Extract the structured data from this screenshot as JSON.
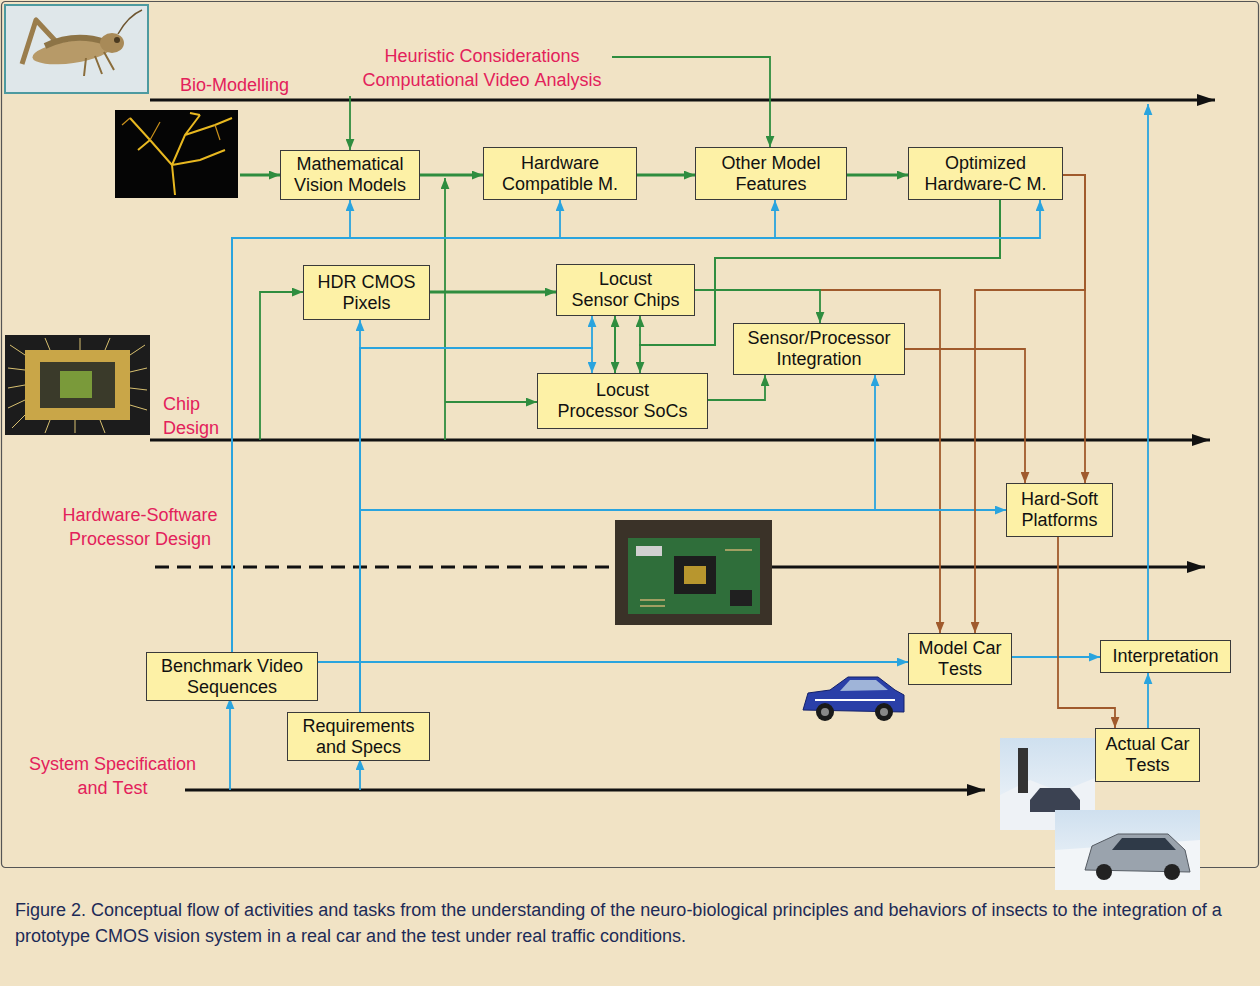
{
  "diagram": {
    "caption": "Figure 2. Conceptual flow of activities and tasks from the understanding of the neuro-biological principles and behaviors of insects to the integration of a prototype CMOS vision system in a real car and the test under real traffic conditions.",
    "nodes": [
      {
        "text": [
          "Mathematical Vision Models"
        ]
      },
      {
        "text": [
          "Hardware Compatible M."
        ]
      },
      {
        "text": [
          "Other Model Features"
        ]
      },
      {
        "text": [
          "Optimized Hardware-C M."
        ]
      },
      {
        "text": [
          "HDR CMOS Pixels"
        ]
      },
      {
        "text": [
          "Locust Sensor Chips"
        ]
      },
      {
        "text": [
          "Sensor/Processor Integration"
        ]
      },
      {
        "text": [
          "Locust Processor SoCs"
        ]
      },
      {
        "text": [
          "Hard-Soft Platforms"
        ]
      },
      {
        "text": [
          "Benchmark Video Sequences"
        ]
      },
      {
        "text": [
          "Requirements and Specs"
        ]
      },
      {
        "text": [
          "Model Car Tests"
        ]
      },
      {
        "text": [
          "Interpretation"
        ]
      },
      {
        "text": [
          "Actual Car Tests"
        ]
      }
    ],
    "edges": [
      {
        "from": 0,
        "to": 1,
        "arrow": "to"
      },
      {
        "from": 1,
        "to": 2,
        "arrow": "to"
      },
      {
        "from": 2,
        "to": 3,
        "arrow": "to"
      },
      {
        "from": 4,
        "to": 5,
        "arrow": "to"
      },
      {
        "from": 5,
        "to": 11,
        "arrow": "to"
      },
      {
        "from": 5,
        "to": 6,
        "arrow": "to"
      },
      {
        "from": 5,
        "to": 7,
        "arrow": "both"
      },
      {
        "from": 7,
        "to": 6,
        "arrow": "to"
      },
      {
        "from": 3,
        "to": 5,
        "arrow": "to"
      },
      {
        "from": 3,
        "to": 7,
        "arrow": "to"
      },
      {
        "from": 10,
        "to": 4,
        "arrow": "to"
      },
      {
        "from": 10,
        "to": 5,
        "arrow": "to"
      },
      {
        "from": 10,
        "to": 7,
        "arrow": "to"
      },
      {
        "from": 10,
        "to": 6,
        "arrow": "to"
      },
      {
        "from": 10,
        "to": 8,
        "arrow": "to"
      },
      {
        "from": 9,
        "to": 0,
        "arrow": "to"
      },
      {
        "from": 9,
        "to": 1,
        "arrow": "to"
      },
      {
        "from": 9,
        "to": 2,
        "arrow": "to"
      },
      {
        "from": 9,
        "to": 3,
        "arrow": "to"
      },
      {
        "from": 9,
        "to": 11,
        "arrow": "to"
      },
      {
        "from": 11,
        "to": 12,
        "arrow": "to"
      },
      {
        "from": 13,
        "to": 12,
        "arrow": "to"
      },
      {
        "from": 3,
        "to": 11,
        "arrow": "to"
      },
      {
        "from": 3,
        "to": 8,
        "arrow": "to"
      },
      {
        "from": 6,
        "to": 8,
        "arrow": "to"
      },
      {
        "from": 8,
        "to": 13,
        "arrow": "to"
      }
    ],
    "labels": [
      "Bio-Modelling",
      "Heuristic Considerations Computational Video Analysis",
      "Chip Design",
      "Hardware-Software Processor Design",
      "System Specification and Test"
    ]
  }
}
